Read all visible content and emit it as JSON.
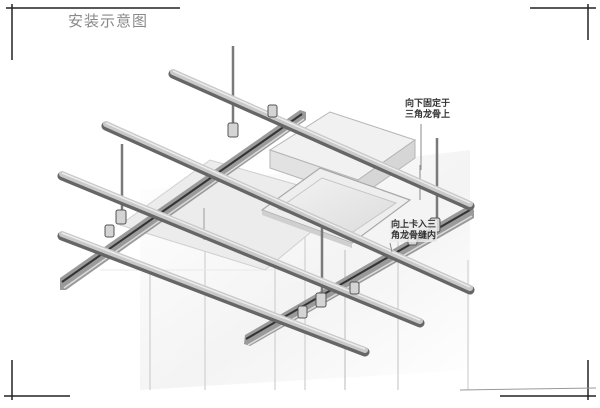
{
  "diagram": {
    "title": "安装示意图",
    "callouts": [
      {
        "id": "fix-down",
        "lines": [
          "向下固定于",
          "三角龙骨上"
        ]
      },
      {
        "id": "clip-up",
        "lines": [
          "向上卡入三",
          "角龙骨缝内"
        ]
      }
    ],
    "components": {
      "round_main_keels": 4,
      "triangle_keels": 2,
      "hanger_rods": 6,
      "ceiling_light_box": 1,
      "ceiling_light_panel": 1,
      "ceiling_panel": 1
    },
    "colors": {
      "background": "#ffffff",
      "keel": "#b8b8b8",
      "keel_dark": "#6e6e6e",
      "panel": "#e8e8e8",
      "title": "#8a8a8a",
      "frame": "#222222"
    }
  }
}
